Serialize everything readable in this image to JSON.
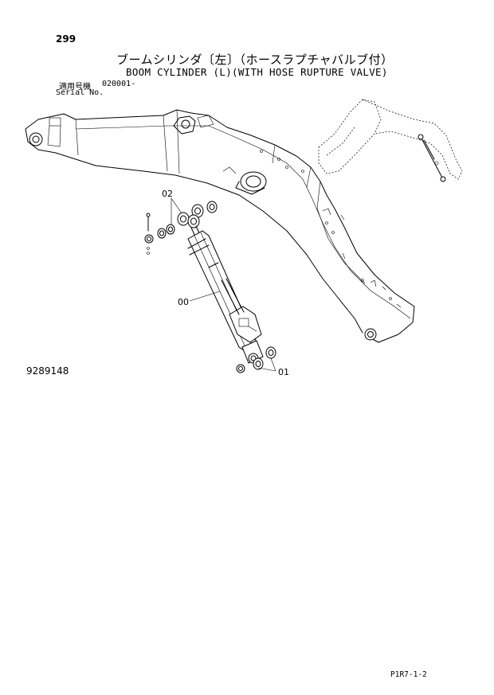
{
  "header": {
    "page_number": "299",
    "title_jp": "ブームシリンダ〔左〕（ホースラプチャバルブ付）",
    "title_en": "BOOM CYLINDER (L)(WITH HOSE RUPTURE VALVE)",
    "serial_label_jp": "適用号機",
    "serial_value": "020001-",
    "serial_label_en": "Serial No."
  },
  "callouts": {
    "item_02": "02",
    "item_00": "00",
    "item_01": "01"
  },
  "drawing_number": "9289148",
  "footer_code": "P1R7-1-2"
}
